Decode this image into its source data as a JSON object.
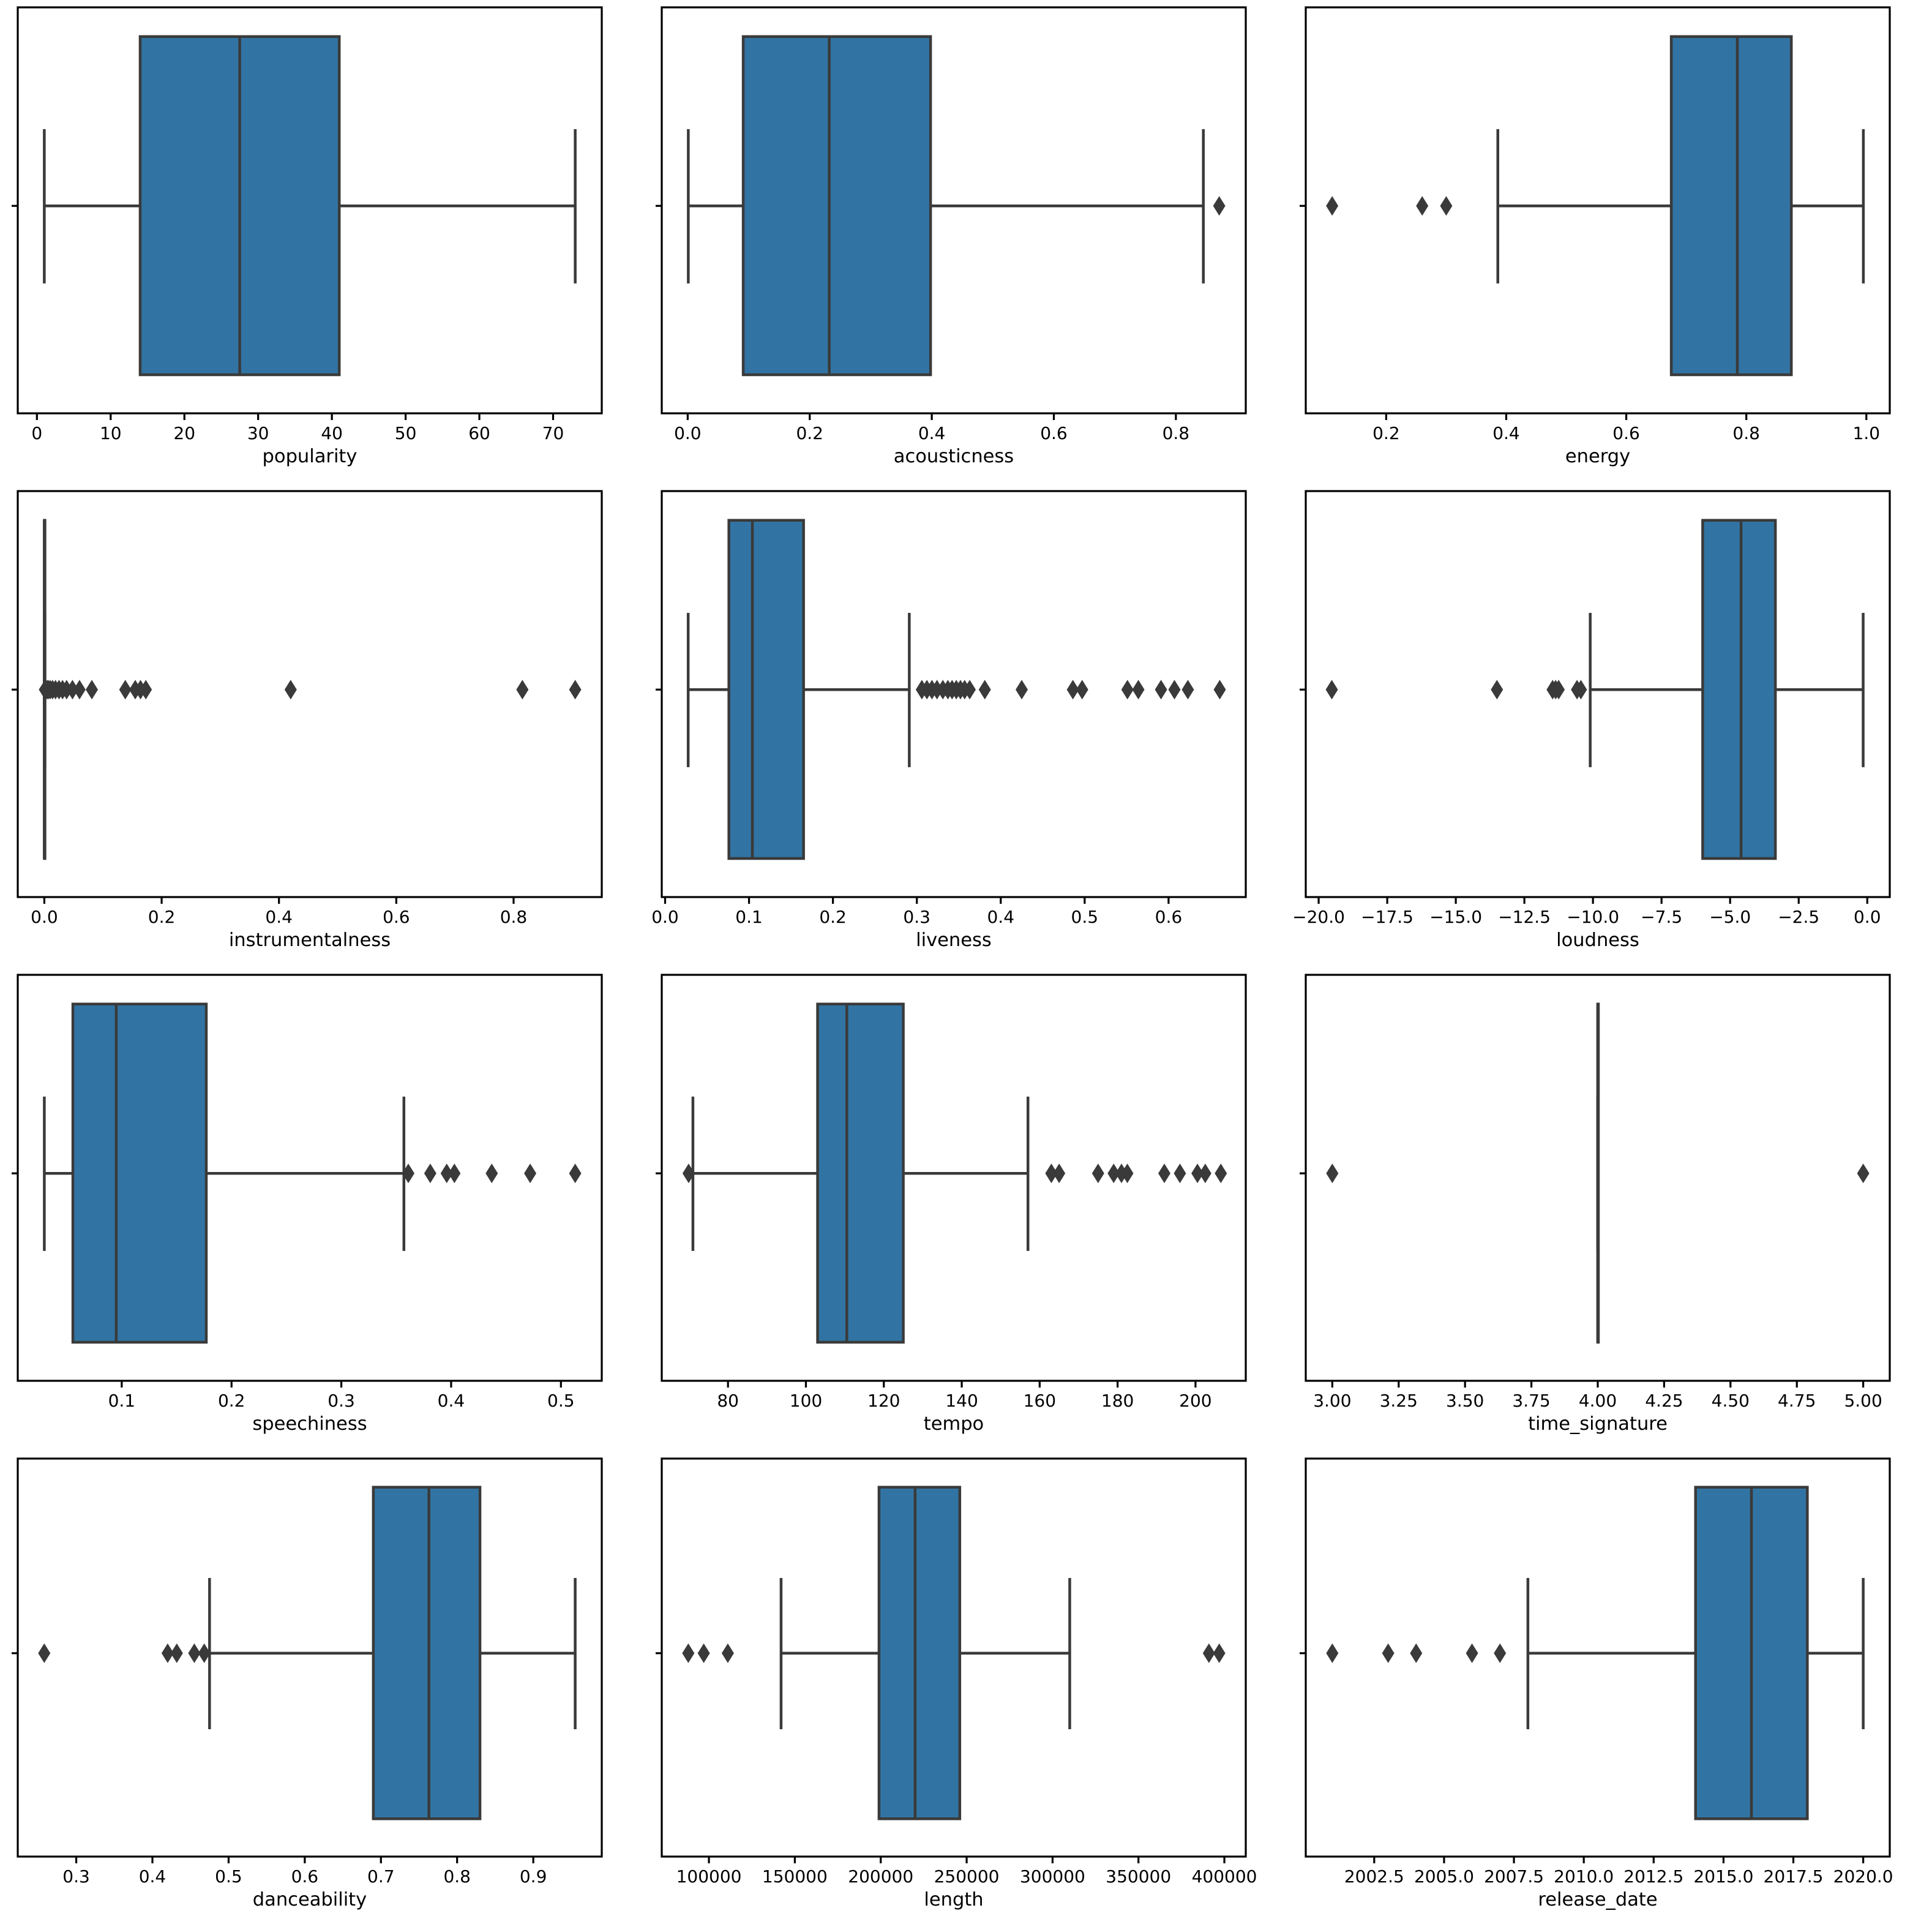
{
  "figure": {
    "background": "#ffffff",
    "box_fill": "#3174A3",
    "artist_color": "#3A3A3A",
    "flier_color": "#3A3A3A",
    "spine_color": "#000000",
    "text_color": "#000000",
    "rows": 4,
    "cols": 3
  },
  "chart_data": [
    {
      "type": "boxplot",
      "orientation": "horizontal",
      "xlabel": "popularity",
      "xlim": [
        -2.6,
        76.6
      ],
      "tick_values": [
        0,
        10,
        20,
        30,
        40,
        50,
        60,
        70
      ],
      "tick_labels": [
        "0",
        "10",
        "20",
        "30",
        "40",
        "50",
        "60",
        "70"
      ],
      "stats": {
        "whisker_low": 1,
        "q1": 14,
        "median": 27.5,
        "q3": 41,
        "whisker_high": 73
      },
      "outliers": []
    },
    {
      "type": "boxplot",
      "orientation": "horizontal",
      "xlabel": "acousticness",
      "xlim": [
        -0.0425,
        0.9145
      ],
      "tick_values": [
        0.0,
        0.2,
        0.4,
        0.6,
        0.8
      ],
      "tick_labels": [
        "0.0",
        "0.2",
        "0.4",
        "0.6",
        "0.8"
      ],
      "stats": {
        "whisker_low": 0.001,
        "q1": 0.091,
        "median": 0.232,
        "q3": 0.398,
        "whisker_high": 0.845
      },
      "outliers": [
        0.871
      ]
    },
    {
      "type": "boxplot",
      "orientation": "horizontal",
      "xlabel": "energy",
      "xlim": [
        0.066,
        1.039
      ],
      "tick_values": [
        0.2,
        0.4,
        0.6,
        0.8,
        1.0
      ],
      "tick_labels": [
        "0.2",
        "0.4",
        "0.6",
        "0.8",
        "1.0"
      ],
      "stats": {
        "whisker_low": 0.386,
        "q1": 0.675,
        "median": 0.785,
        "q3": 0.875,
        "whisker_high": 0.995
      },
      "outliers": [
        0.11,
        0.26,
        0.3
      ]
    },
    {
      "type": "boxplot",
      "orientation": "horizontal",
      "xlabel": "instrumentalness",
      "xlim": [
        -0.0453,
        0.9503
      ],
      "tick_values": [
        0.0,
        0.2,
        0.4,
        0.6,
        0.8
      ],
      "tick_labels": [
        "0.0",
        "0.2",
        "0.4",
        "0.6",
        "0.8"
      ],
      "stats": {
        "whisker_low": 0.0,
        "q1": 0.0,
        "median": 0.0,
        "q3": 0.0005,
        "whisker_high": 0.001
      },
      "outliers": [
        0.001,
        0.003,
        0.005,
        0.007,
        0.01,
        0.014,
        0.019,
        0.025,
        0.031,
        0.038,
        0.048,
        0.06,
        0.081,
        0.138,
        0.155,
        0.164,
        0.173,
        0.42,
        0.815,
        0.905
      ]
    },
    {
      "type": "boxplot",
      "orientation": "horizontal",
      "xlabel": "liveness",
      "xlim": [
        -0.004,
        0.692
      ],
      "tick_values": [
        0.0,
        0.1,
        0.2,
        0.3,
        0.4,
        0.5,
        0.6
      ],
      "tick_labels": [
        "0.0",
        "0.1",
        "0.2",
        "0.3",
        "0.4",
        "0.5",
        "0.6"
      ],
      "stats": {
        "whisker_low": 0.0275,
        "q1": 0.076,
        "median": 0.104,
        "q3": 0.165,
        "whisker_high": 0.291
      },
      "outliers": [
        0.306,
        0.312,
        0.318,
        0.324,
        0.331,
        0.337,
        0.342,
        0.347,
        0.352,
        0.357,
        0.363,
        0.381,
        0.425,
        0.486,
        0.497,
        0.551,
        0.564,
        0.591,
        0.607,
        0.623,
        0.661
      ]
    },
    {
      "type": "boxplot",
      "orientation": "horizontal",
      "xlabel": "loudness",
      "xlim": [
        -20.47,
        0.82
      ],
      "tick_values": [
        -20.0,
        -17.5,
        -15.0,
        -12.5,
        -10.0,
        -7.5,
        -5.0,
        -2.5,
        0.0
      ],
      "tick_labels": [
        "−20.0",
        "−17.5",
        "−15.0",
        "−12.5",
        "−10.0",
        "−7.5",
        "−5.0",
        "−2.5",
        "0.0"
      ],
      "stats": {
        "whisker_low": -10.1,
        "q1": -6.0,
        "median": -4.6,
        "q3": -3.35,
        "whisker_high": -0.15
      },
      "outliers": [
        -19.52,
        -13.5,
        -11.47,
        -11.36,
        -11.25,
        -10.58,
        -10.44
      ]
    },
    {
      "type": "boxplot",
      "orientation": "horizontal",
      "xlabel": "speechiness",
      "xlim": [
        0.0053,
        0.5372
      ],
      "tick_values": [
        0.1,
        0.2,
        0.3,
        0.4,
        0.5
      ],
      "tick_labels": [
        "0.1",
        "0.2",
        "0.3",
        "0.4",
        "0.5"
      ],
      "stats": {
        "whisker_low": 0.0295,
        "q1": 0.0555,
        "median": 0.095,
        "q3": 0.177,
        "whisker_high": 0.357
      },
      "outliers": [
        0.361,
        0.381,
        0.396,
        0.403,
        0.437,
        0.472,
        0.513
      ]
    },
    {
      "type": "boxplot",
      "orientation": "horizontal",
      "xlabel": "tempo",
      "xlim": [
        63.0,
        212.9
      ],
      "tick_values": [
        80,
        100,
        120,
        140,
        160,
        180,
        200
      ],
      "tick_labels": [
        "80",
        "100",
        "120",
        "140",
        "160",
        "180",
        "200"
      ],
      "stats": {
        "whisker_low": 71,
        "q1": 103,
        "median": 110.5,
        "q3": 125,
        "whisker_high": 157
      },
      "outliers": [
        69.9,
        163,
        165,
        175,
        179,
        181,
        182.5,
        192,
        196,
        200.5,
        202.5,
        206.5
      ]
    },
    {
      "type": "boxplot",
      "orientation": "horizontal",
      "xlabel": "time_signature",
      "xlim": [
        2.9,
        5.1
      ],
      "tick_values": [
        3.0,
        3.25,
        3.5,
        3.75,
        4.0,
        4.25,
        4.5,
        4.75,
        5.0
      ],
      "tick_labels": [
        "3.00",
        "3.25",
        "3.50",
        "3.75",
        "4.00",
        "4.25",
        "4.50",
        "4.75",
        "5.00"
      ],
      "stats": {
        "whisker_low": 4,
        "q1": 4,
        "median": 4,
        "q3": 4,
        "whisker_high": 4
      },
      "outliers": [
        3,
        5
      ]
    },
    {
      "type": "boxplot",
      "orientation": "horizontal",
      "xlabel": "danceability",
      "xlim": [
        0.2232,
        0.9899
      ],
      "tick_values": [
        0.3,
        0.4,
        0.5,
        0.6,
        0.7,
        0.8,
        0.9
      ],
      "tick_labels": [
        "0.3",
        "0.4",
        "0.5",
        "0.6",
        "0.7",
        "0.8",
        "0.9"
      ],
      "stats": {
        "whisker_low": 0.475,
        "q1": 0.69,
        "median": 0.763,
        "q3": 0.83,
        "whisker_high": 0.955
      },
      "outliers": [
        0.258,
        0.42,
        0.432,
        0.455,
        0.468
      ]
    },
    {
      "type": "boxplot",
      "orientation": "horizontal",
      "xlabel": "length",
      "xlim": [
        72550,
        412450
      ],
      "tick_values": [
        100000,
        150000,
        200000,
        250000,
        300000,
        350000,
        400000
      ],
      "tick_labels": [
        "100000",
        "150000",
        "200000",
        "250000",
        "300000",
        "350000",
        "400000"
      ],
      "stats": {
        "whisker_low": 142000,
        "q1": 199000,
        "median": 220000,
        "q3": 246000,
        "whisker_high": 310000
      },
      "outliers": [
        88000,
        97000,
        111000,
        391000,
        397000
      ]
    },
    {
      "type": "boxplot",
      "orientation": "horizontal",
      "xlabel": "release_date",
      "xlim": [
        2000.05,
        2020.95
      ],
      "tick_values": [
        2002.5,
        2005.0,
        2007.5,
        2010.0,
        2012.5,
        2015.0,
        2017.5,
        2020.0
      ],
      "tick_labels": [
        "2002.5",
        "2005.0",
        "2007.5",
        "2010.0",
        "2012.5",
        "2015.0",
        "2017.5",
        "2020.0"
      ],
      "stats": {
        "whisker_low": 2008,
        "q1": 2014,
        "median": 2016,
        "q3": 2018,
        "whisker_high": 2020
      },
      "outliers": [
        2001,
        2003,
        2004,
        2006,
        2007
      ]
    }
  ]
}
